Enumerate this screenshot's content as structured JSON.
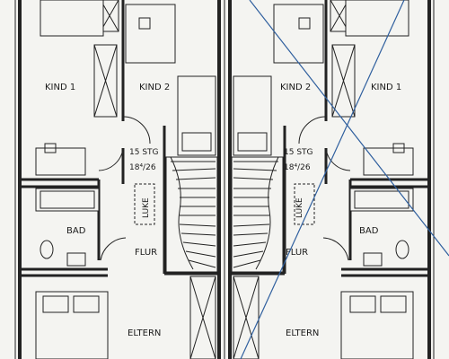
{
  "plan": {
    "left": {
      "room_kind1": "KIND 1",
      "room_kind2": "KIND 2",
      "room_bad": "BAD",
      "room_flur": "FLUR",
      "room_eltern": "ELTERN",
      "stair_steps": "15 STG",
      "stair_ratio": "18⁴/26",
      "hatch": "LUKE"
    },
    "right": {
      "room_kind1": "KIND 1",
      "room_kind2": "KIND 2",
      "room_bad": "BAD",
      "room_flur": "FLUR",
      "room_eltern": "ELTERN",
      "stair_steps": "15 STG",
      "stair_ratio": "18⁴/26",
      "hatch": "LUKE"
    },
    "colors": {
      "ink": "#222222",
      "paper": "#f4f4f1",
      "overlay_lines": "#2f5f9e"
    }
  }
}
